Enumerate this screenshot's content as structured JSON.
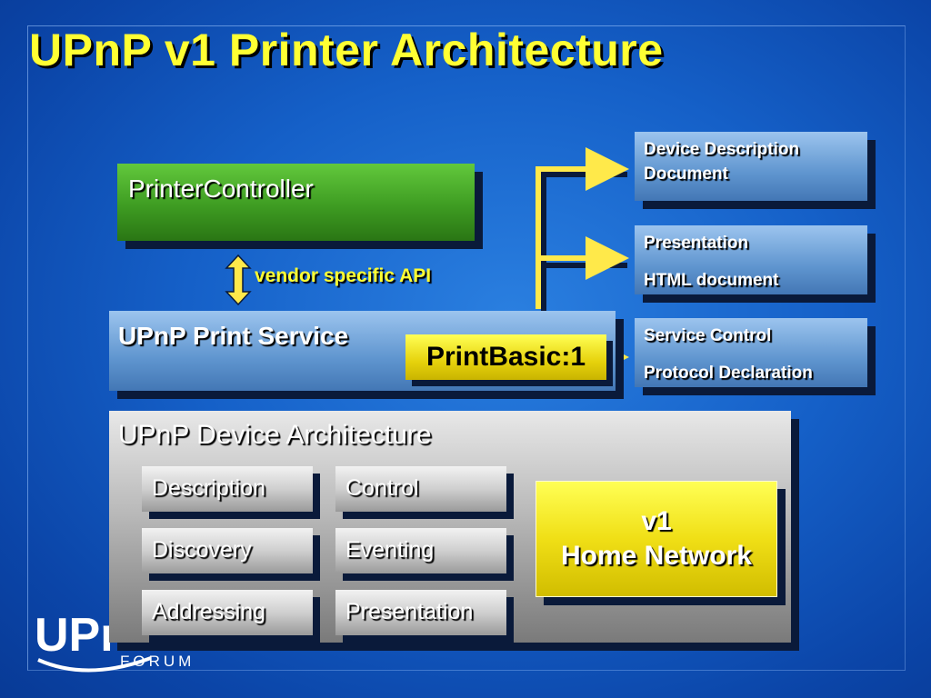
{
  "title": "UPnP v1 Printer Architecture",
  "printer_controller": {
    "label": "PrinterController"
  },
  "api": {
    "label": "vendor specific API"
  },
  "print_service": {
    "label": "UPnP Print Service",
    "tag": "PrintBasic:1"
  },
  "docs": [
    {
      "line1": "Device Description",
      "line2": "Document"
    },
    {
      "line1": "Presentation",
      "line2": "HTML document"
    },
    {
      "line1": "Service Control",
      "line2": "Protocol Declaration"
    }
  ],
  "device_architecture": {
    "label": "UPnP Device Architecture",
    "modules": [
      "Description",
      "Control",
      "Discovery",
      "Eventing",
      "Addressing",
      "Presentation"
    ]
  },
  "home_network": {
    "line1": "v1",
    "line2": "Home Network"
  },
  "logo": {
    "text": "UPnP",
    "subtext": "FORUM"
  },
  "colors": {
    "title": "#ffff33",
    "green_box": "#3e9c22",
    "blue_box": "#5f95cf",
    "yellow_box": "#f0df16",
    "connector": "#ffe94a",
    "background": "#1560c8"
  }
}
